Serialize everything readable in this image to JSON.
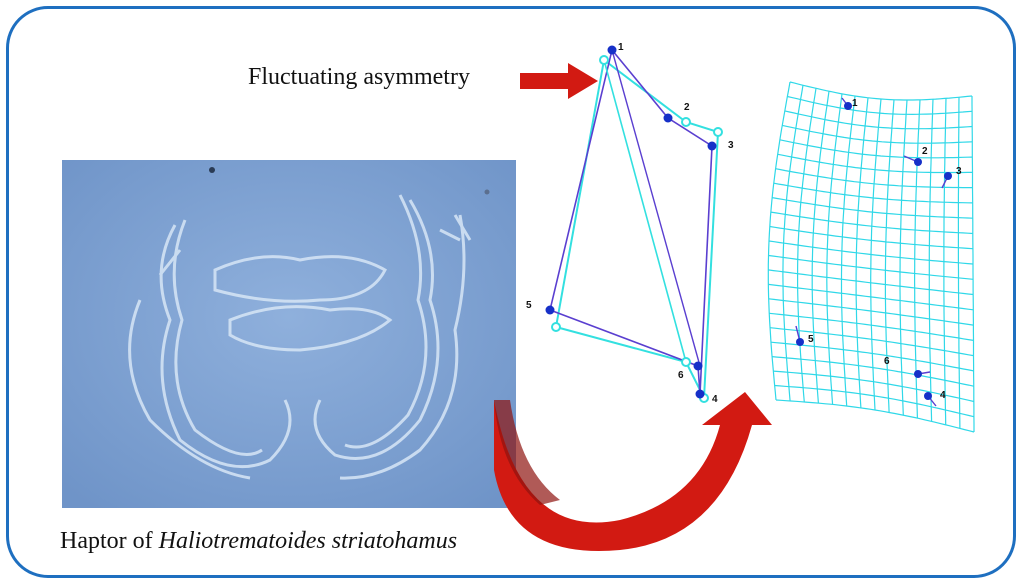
{
  "title": "Fluctuating asymmetry",
  "caption": {
    "prefix": "Haptor of ",
    "species": "Haliotrematoides striatohamus"
  },
  "colors": {
    "frame": "#1e6fc0",
    "arrow": "#d21a12",
    "arrow_dark": "#8e1410",
    "configuration_mean": "#5a3fd0",
    "configuration_mirror": "#33e0e0",
    "landmark": "#1630c8",
    "grid": "#30d8e8"
  },
  "landmarks": {
    "labels": [
      "1",
      "2",
      "3",
      "4",
      "5",
      "6"
    ]
  },
  "grid_landmarks": {
    "labels": [
      "1",
      "2",
      "3",
      "4",
      "5",
      "6"
    ]
  }
}
